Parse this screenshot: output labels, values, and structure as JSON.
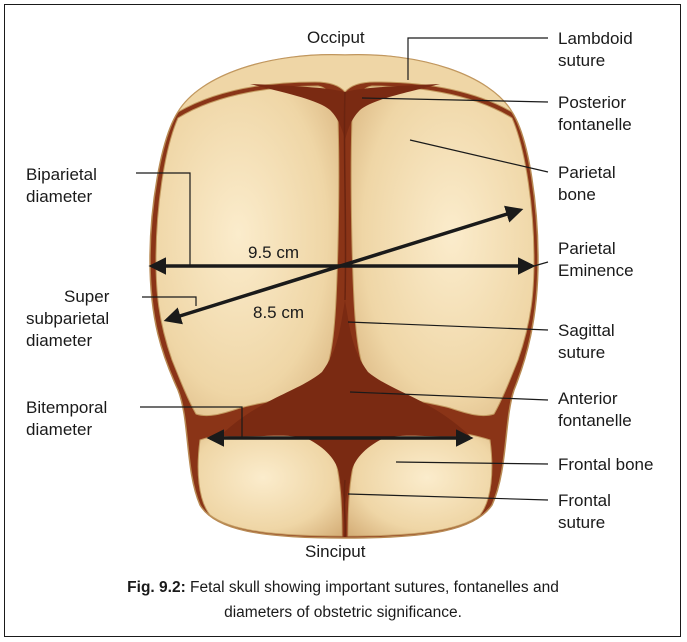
{
  "labels": {
    "occiput": "Occiput",
    "sinciput": "Sinciput",
    "lambdoid_1": "Lambdoid",
    "lambdoid_2": "suture",
    "posterior_1": "Posterior",
    "posterior_2": "fontanelle",
    "parietal_bone_1": "Parietal",
    "parietal_bone_2": "bone",
    "parietal_em_1": "Parietal",
    "parietal_em_2": "Eminence",
    "sagittal_1": "Sagittal",
    "sagittal_2": "suture",
    "anterior_1": "Anterior",
    "anterior_2": "fontanelle",
    "frontal_bone": "Frontal bone",
    "frontal_suture_1": "Frontal",
    "frontal_suture_2": "suture",
    "biparietal_1": "Biparietal",
    "biparietal_2": "diameter",
    "super_1": "Super",
    "super_2": "subparietal",
    "super_3": "diameter",
    "bitemporal_1": "Bitemporal",
    "bitemporal_2": "diameter",
    "measure_biparietal": "9.5 cm",
    "measure_super": "8.5 cm"
  },
  "caption": {
    "prefix": "Fig. 9.2:",
    "line1": " Fetal skull showing important sutures, fontanelles and",
    "line2": "diameters of obstetric significance."
  },
  "colors": {
    "bone": "#efd6a6",
    "bone_edge": "#c39a60",
    "fontanelle": "#7a2a12",
    "line": "#1a1a1a"
  }
}
